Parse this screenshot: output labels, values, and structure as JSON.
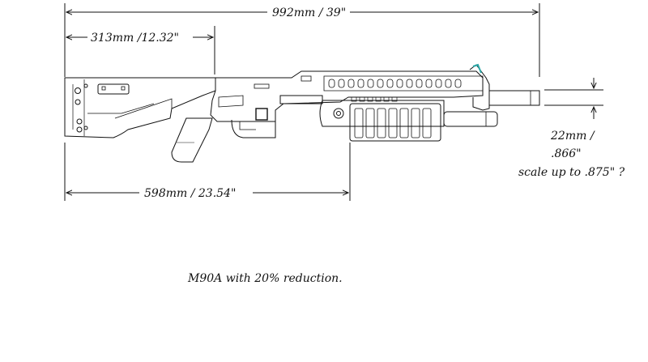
{
  "dimensions": {
    "overall_length": "992mm / 39\"",
    "stock_length": "313mm /12.32\"",
    "lower_length": "598mm / 23.54\"",
    "barrel_diameter_line1": "22mm /",
    "barrel_diameter_line2": ".866\"",
    "scale_note": "scale up to .875\" ?"
  },
  "caption": "M90A with 20% reduction.",
  "colors": {
    "ink": "#111111",
    "paper": "#ffffff",
    "sight_accent": "#2aa7a7"
  }
}
